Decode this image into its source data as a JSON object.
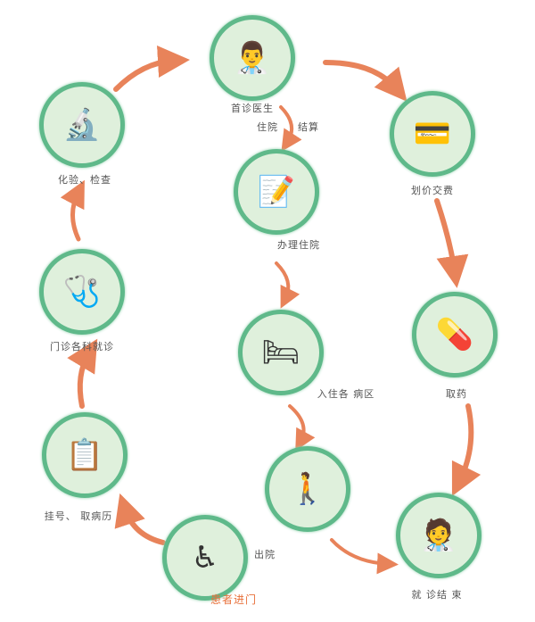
{
  "colors": {
    "arrow": "#e8835a",
    "ring": "#5fb98a",
    "fill": "#dff0dc",
    "accent": "#e8703a"
  },
  "nodes": [
    {
      "id": "first-visit-doctor",
      "label": "首诊医生",
      "icon": "doctor-patient-icon",
      "glyph": "👨‍⚕️"
    },
    {
      "id": "pricing-payment",
      "label": "划价交费",
      "icon": "cashier-icon",
      "glyph": "💳"
    },
    {
      "id": "lab-test",
      "label": "化验、检查",
      "icon": "microscope-icon",
      "glyph": "🔬"
    },
    {
      "id": "admission",
      "label": "办理住院",
      "icon": "admission-desk-icon",
      "glyph": "📝"
    },
    {
      "id": "outpatient",
      "label": "门诊各科就诊",
      "icon": "doctor-patient-icon",
      "glyph": "🩺"
    },
    {
      "id": "pharmacy",
      "label": "取药",
      "icon": "pharmacy-window-icon",
      "glyph": "💊"
    },
    {
      "id": "ward",
      "label": "入住各 病区",
      "icon": "hospital-bed-icon",
      "glyph": "🛏"
    },
    {
      "id": "registration",
      "label": "挂号、 取病历",
      "icon": "registration-clerk-icon",
      "glyph": "📋"
    },
    {
      "id": "discharge",
      "label": "出院",
      "icon": "discharge-icon",
      "glyph": "🚶"
    },
    {
      "id": "visit-end",
      "label": "就 诊结 束",
      "icon": "nurse-icon",
      "glyph": "🧑‍⚕️"
    },
    {
      "id": "patient-enter",
      "label": "患者进门",
      "icon": "wheelchair-entrance-icon",
      "glyph": "♿"
    }
  ],
  "branch_labels": {
    "inpatient": "住院",
    "settle": "结算"
  }
}
